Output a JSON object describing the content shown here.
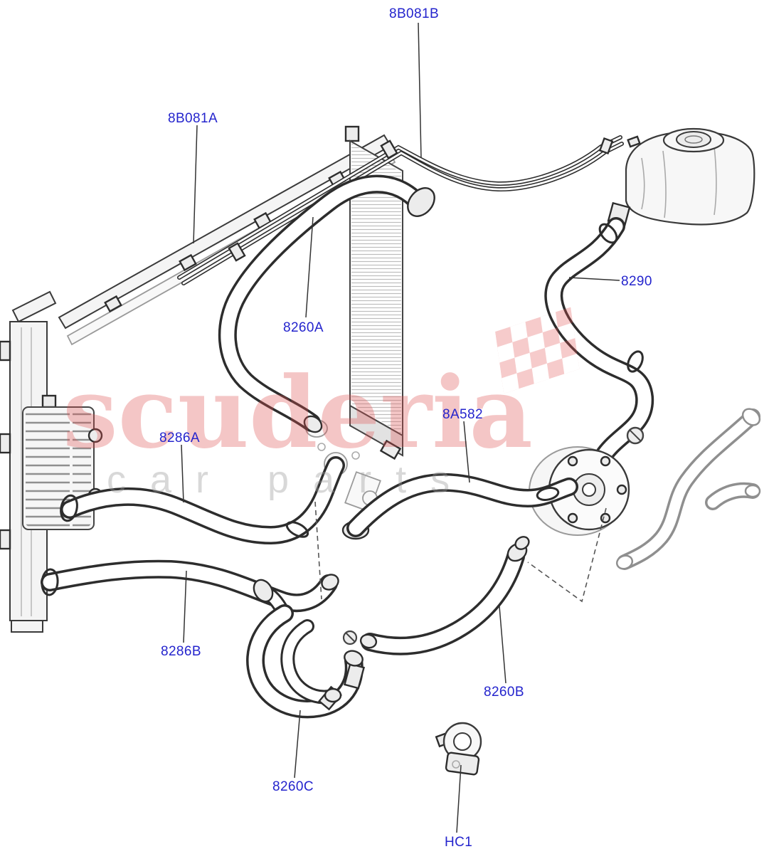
{
  "diagram": {
    "watermark": {
      "brand": "scuderia",
      "tagline": "car parts"
    },
    "labels": [
      {
        "text": "8B081B"
      },
      {
        "text": "8B081A"
      },
      {
        "text": "8260A"
      },
      {
        "text": "8290"
      },
      {
        "text": "8286A"
      },
      {
        "text": "8A582"
      },
      {
        "text": "8286B"
      },
      {
        "text": "8260B"
      },
      {
        "text": "8260C"
      },
      {
        "text": "HC1"
      }
    ],
    "colors": {
      "label_blue": "#2424cd",
      "watermark_red": "#e05252",
      "line_dark": "#2d2d2d"
    }
  }
}
